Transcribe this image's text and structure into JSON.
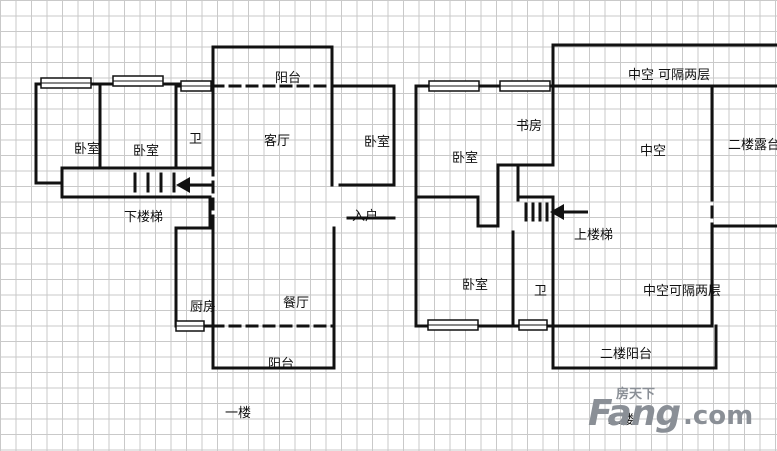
{
  "floor1": {
    "balcony_top": "阳台",
    "bedroom_a": "卧室",
    "bedroom_b": "卧室",
    "bath": "卫",
    "living": "客厅",
    "bedroom_c": "卧室",
    "stairs_down": "下楼梯",
    "entry": "入户",
    "kitchen": "厨房",
    "dining": "餐厅",
    "balcony_bottom": "阳台",
    "caption": "一楼"
  },
  "floor2": {
    "void_top": "中空  可隔两层",
    "bedroom_a": "卧室",
    "study": "书房",
    "void_mid": "中空",
    "terrace": "二楼露台",
    "stairs_up": "上楼梯",
    "bedroom_b": "卧室",
    "bath": "卫",
    "void_bottom": "中空可隔两层",
    "balcony": "二楼阳台",
    "caption": "二楼"
  },
  "watermark": {
    "brand_cn": "房天下",
    "brand": "Fang",
    "domain": ".com"
  }
}
